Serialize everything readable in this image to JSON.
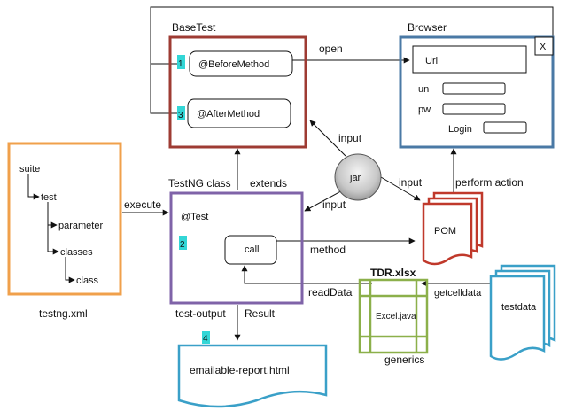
{
  "base_test": {
    "title": "BaseTest",
    "before_method": "@BeforeMethod",
    "after_method": "@AfterMethod",
    "badge_1": "1",
    "badge_3": "3"
  },
  "browser": {
    "title": "Browser",
    "url_label": "Url",
    "un_label": "un",
    "pw_label": "pw",
    "login_label": "Login",
    "close_label": "X"
  },
  "testng_xml": {
    "caption": "testng.xml",
    "suite": "suite",
    "test": "test",
    "parameter": "parameter",
    "classes": "classes",
    "class": "class"
  },
  "testng_class": {
    "caption": "TestNG class",
    "test_annotation": "@Test",
    "badge_2": "2",
    "call_label": "call"
  },
  "jar": {
    "label": "jar"
  },
  "pom": {
    "label": "POM"
  },
  "tdr": {
    "title": "TDR.xlsx",
    "excel": "Excel.java",
    "generics": "generics"
  },
  "testdata": {
    "label": "testdata"
  },
  "report": {
    "badge_4": "4",
    "label": "emailable-report.html"
  },
  "edges": {
    "open": "open",
    "input_top": "input",
    "input_right": "input",
    "input_left": "input",
    "perform_action": "perform action",
    "extends": "extends",
    "execute": "execute",
    "method": "method",
    "read_data": "readData",
    "getcelldata": "getcelldata",
    "test_output": "test-output",
    "result": "Result"
  },
  "colors": {
    "base_test_border": "#9e3b33",
    "browser_border": "#4a79a5",
    "testng_xml_border": "#f0a04b",
    "testng_class_border": "#7f63a8",
    "pom_border": "#c0392b",
    "tdr_border": "#8cb04a",
    "testdata_border": "#3aa0c8",
    "report_border": "#3aa0c8",
    "badge_fill": "#33d6d6"
  }
}
